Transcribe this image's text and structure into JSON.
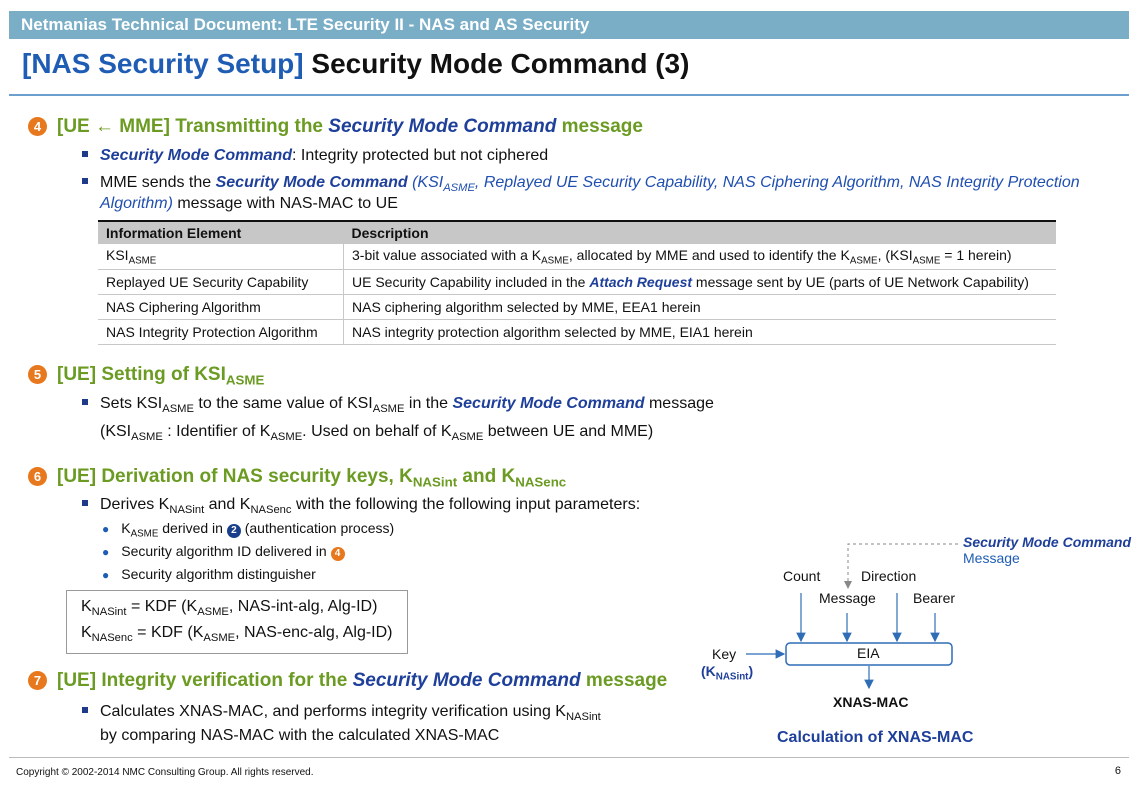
{
  "header": {
    "banner": "Netmanias Technical Document: LTE Security II - NAS and AS Security"
  },
  "title": {
    "prefix": "[NAS Security Setup]",
    "main": "Security Mode Command (3)"
  },
  "step4": {
    "num": "4",
    "h_a": "[UE ",
    "arrow": "←",
    "h_b": " MME] Transmitting the ",
    "h_cmd": "Security Mode Command",
    "h_c": " message",
    "b1_cmd": "Security Mode Command",
    "b1_rest": ": Integrity protected but not ciphered",
    "b2_a": "MME sends the ",
    "b2_cmd": "Security Mode Command",
    "b2_p1": " (KSI",
    "b2_sub": "ASME",
    "b2_p2": ", Replayed UE Security Capability, NAS Ciphering Algorithm, NAS Integrity Protection",
    "b2_line2a": "Algorithm)",
    "b2_line2b": " message with NAS-MAC to UE"
  },
  "table": {
    "headers": [
      "Information Element",
      "Description"
    ],
    "r1_c1": "KSI",
    "r1_c1_sub": "ASME",
    "r1_d1": "3-bit value associated with a K",
    "r1_d1_sub": "ASME",
    "r1_d2": ",  allocated by MME and used to identify the K",
    "r1_d2_sub": "ASME",
    "r1_d3": ",  (KSI",
    "r1_d3_sub": "ASME",
    "r1_d4": " = 1 herein)",
    "r2_c1": "Replayed UE Security Capability",
    "r2_d1": "UE Security Capability included in the ",
    "r2_bold": "Attach Request",
    "r2_d2": " message sent by UE (parts of UE Network Capability)",
    "r3_c1": "NAS Ciphering Algorithm",
    "r3_d": "NAS ciphering algorithm selected by MME, EEA1 herein",
    "r4_c1": "NAS Integrity Protection Algorithm",
    "r4_d": "NAS integrity protection algorithm selected by MME, EIA1 herein"
  },
  "step5": {
    "num": "5",
    "h": "[UE] Setting of KSI",
    "h_sub": "ASME",
    "l1_a": "Sets KSI",
    "l1_sub1": "ASME",
    "l1_b": "  to the same value of KSI",
    "l1_sub2": "ASME",
    "l1_c": " in the ",
    "l1_cmd": "Security Mode Command",
    "l1_d": " message",
    "l2_a": "(KSI",
    "l2_sub1": "ASME",
    "l2_b": " : Identifier of K",
    "l2_sub2": "ASME",
    "l2_c": ". Used on behalf of K",
    "l2_sub3": "ASME",
    "l2_d": " between UE and MME)"
  },
  "step6": {
    "num": "6",
    "h_a": "[UE] Derivation of NAS security keys, K",
    "h_sub1": "NASint",
    "h_b": " and K",
    "h_sub2": "NASenc",
    "b_a": "Derives K",
    "b_sub1": "NASint",
    "b_b": " and K",
    "b_sub2": "NASenc",
    "b_c": " with the following the following input parameters:",
    "d1_a": "K",
    "d1_sub": "ASME",
    "d1_b": " derived in ",
    "d1_num": "2",
    "d1_c": " (authentication process)",
    "d2_a": "Security algorithm ID delivered in ",
    "d2_num": "4",
    "d3": "Security algorithm distinguisher",
    "k1_a": "K",
    "k1_sub": "NASint",
    "k1_b": " = KDF (K",
    "k1_sub2": "ASME",
    "k1_c": ", NAS-int-alg, Alg-ID)",
    "k2_a": "K",
    "k2_sub": "NASenc",
    "k2_b": " = KDF (K",
    "k2_sub2": "ASME",
    "k2_c": ", NAS-enc-alg, Alg-ID)"
  },
  "step7": {
    "num": "7",
    "h_a": "[UE] Integrity verification for the ",
    "h_cmd": "Security Mode Command",
    "h_b": " message",
    "l1_a": "Calculates XNAS-MAC, and performs integrity verification using K",
    "l1_sub": "NASint",
    "l2": "by comparing NAS-MAC with the calculated XNAS-MAC"
  },
  "diagram": {
    "smc_title": "Security Mode Command",
    "smc_sub": "Message",
    "count": "Count",
    "direction": "Direction",
    "message": "Message",
    "bearer": "Bearer",
    "key": "Key",
    "key_sub_a": "(K",
    "key_sub": "NASint",
    "key_sub_b": ")",
    "eia": "EIA",
    "output": "XNAS-MAC",
    "caption": "Calculation of XNAS-MAC"
  },
  "footer": {
    "copyright": "Copyright © 2002-2014 NMC Consulting Group. All rights reserved.",
    "page": "6"
  },
  "colors": {
    "banner": "#7aaec7",
    "accent_blue": "#1f5db4",
    "green_heading": "#6b9b22",
    "orange_num": "#e8781e"
  }
}
